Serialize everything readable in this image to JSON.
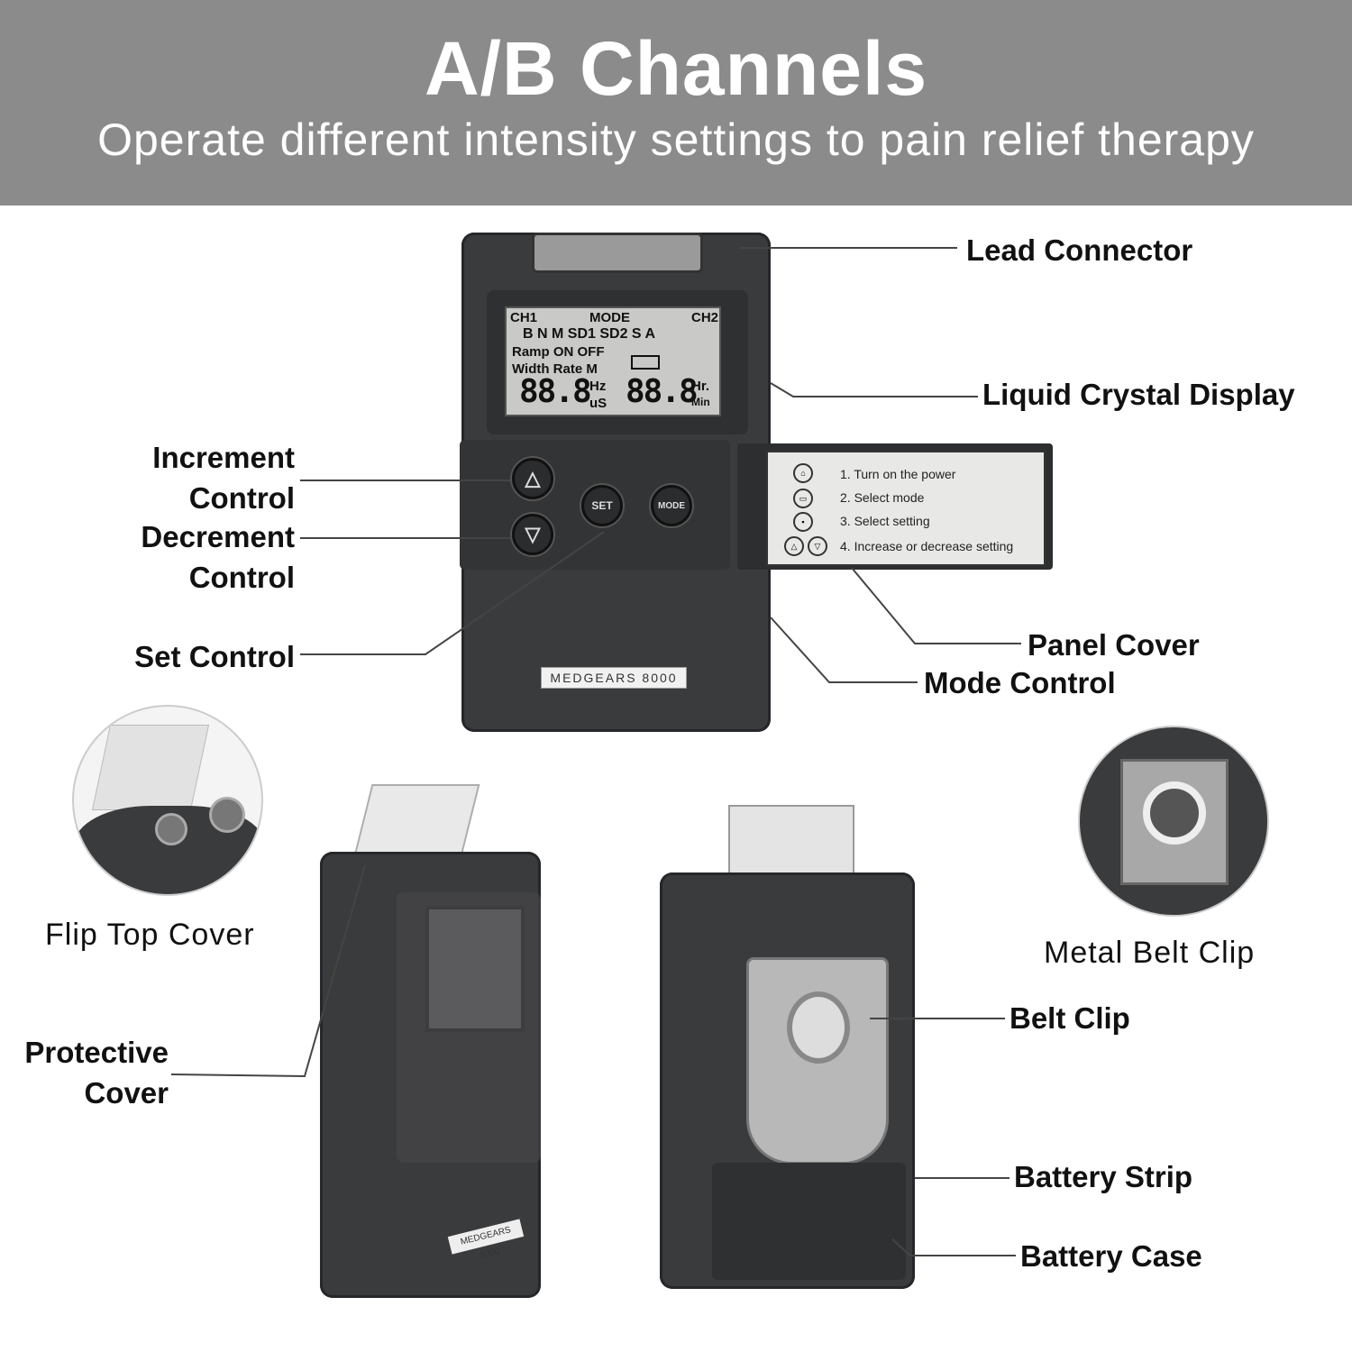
{
  "header": {
    "title": "A/B Channels",
    "subtitle": "Operate different intensity settings to pain relief therapy"
  },
  "labels": {
    "lead_connector": "Lead Connector",
    "lcd": "Liquid Crystal Display",
    "increment": [
      "Increment",
      "Control"
    ],
    "decrement": [
      "Decrement",
      "Control"
    ],
    "set_control": "Set Control",
    "panel_cover": "Panel Cover",
    "mode_control": "Mode Control",
    "flip_top_cover": "Flip Top Cover",
    "protective_cover": [
      "Protective",
      "Cover"
    ],
    "metal_belt_clip": "Metal Belt Clip",
    "belt_clip": "Belt Clip",
    "battery_strip": "Battery Strip",
    "battery_case": "Battery Case"
  },
  "device": {
    "brand": "MEDGEARS 8000",
    "lcd": {
      "top_row": [
        "CH1",
        "MODE",
        "CH2"
      ],
      "modes": "B  N  M  SD1 SD2 S A",
      "row1": "Ramp ON OFF",
      "row2": "Width Rate M",
      "digits_left": "88.8",
      "unit_left": [
        "Hz",
        "uS"
      ],
      "digits_right": "88.8",
      "unit_right": [
        "Hr.",
        "Min"
      ]
    },
    "buttons": {
      "set": "SET",
      "mode": "MODE",
      "up": "△",
      "down": "▽"
    },
    "panel_steps": [
      "1. Turn on the power",
      "2. Select mode",
      "3. Select setting",
      "4. Increase or decrease setting"
    ]
  },
  "colors": {
    "header_bg": "#8b8b8b",
    "device": "#3a3b3d"
  }
}
